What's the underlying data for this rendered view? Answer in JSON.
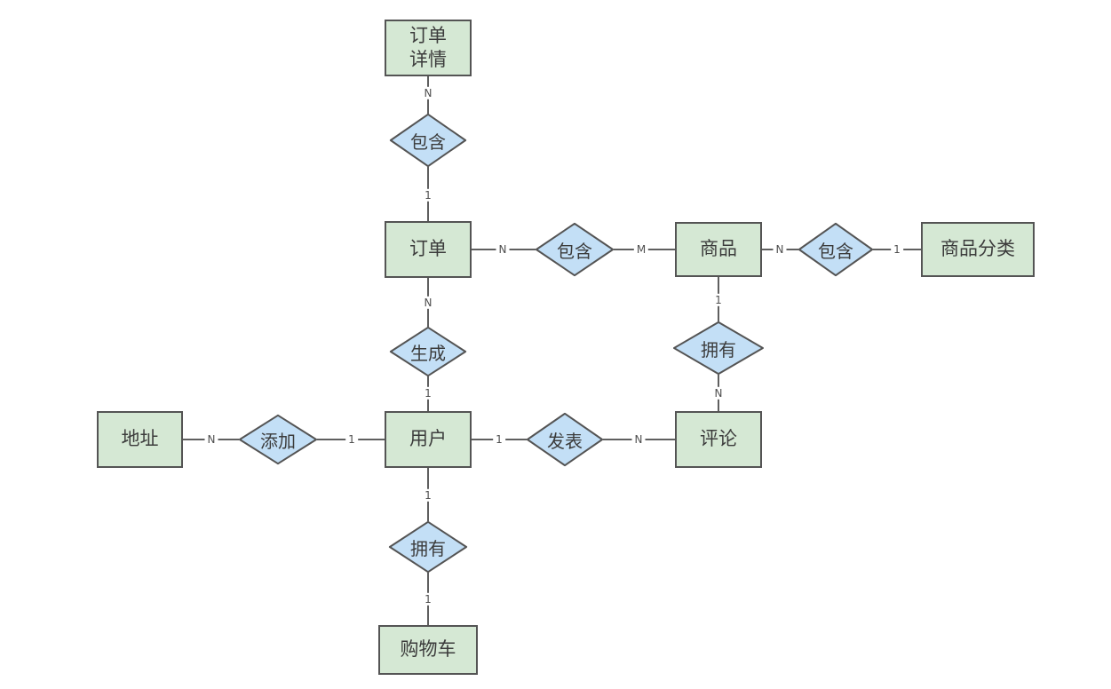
{
  "colors": {
    "entity_fill": "#d5e8d4",
    "relation_fill": "#c3dff6",
    "shape_stroke": "#545454",
    "line_color": "#5f5f5f",
    "text_color": "#3c3c3c",
    "cardinality_color": "#4f4f4f",
    "background": "#ffffff"
  },
  "diagram": {
    "type": "entity-relationship",
    "entities": [
      {
        "id": "order-details",
        "label": "订单\n详情"
      },
      {
        "id": "order",
        "label": "订单"
      },
      {
        "id": "product",
        "label": "商品"
      },
      {
        "id": "product-category",
        "label": "商品分类"
      },
      {
        "id": "address",
        "label": "地址"
      },
      {
        "id": "user",
        "label": "用户"
      },
      {
        "id": "comment",
        "label": "评论"
      },
      {
        "id": "cart",
        "label": "购物车"
      }
    ],
    "relationships": [
      {
        "id": "contains-orderdetails-order",
        "label": "包含",
        "from": "订单详情",
        "from_cardinality": "N",
        "to": "订单",
        "to_cardinality": "1"
      },
      {
        "id": "contains-order-product",
        "label": "包含",
        "from": "订单",
        "from_cardinality": "N",
        "to": "商品",
        "to_cardinality": "M"
      },
      {
        "id": "contains-product-category",
        "label": "包含",
        "from": "商品",
        "from_cardinality": "N",
        "to": "商品分类",
        "to_cardinality": "1"
      },
      {
        "id": "generates-order-user",
        "label": "生成",
        "from": "订单",
        "from_cardinality": "N",
        "to": "用户",
        "to_cardinality": "1"
      },
      {
        "id": "owns-product-comment",
        "label": "拥有",
        "from": "商品",
        "from_cardinality": "1",
        "to": "评论",
        "to_cardinality": "N"
      },
      {
        "id": "adds-address-user",
        "label": "添加",
        "from": "地址",
        "from_cardinality": "N",
        "to": "用户",
        "to_cardinality": "1"
      },
      {
        "id": "posts-user-comment",
        "label": "发表",
        "from": "用户",
        "from_cardinality": "1",
        "to": "评论",
        "to_cardinality": "N"
      },
      {
        "id": "owns-user-cart",
        "label": "拥有",
        "from": "用户",
        "from_cardinality": "1",
        "to": "购物车",
        "to_cardinality": "1"
      }
    ]
  }
}
